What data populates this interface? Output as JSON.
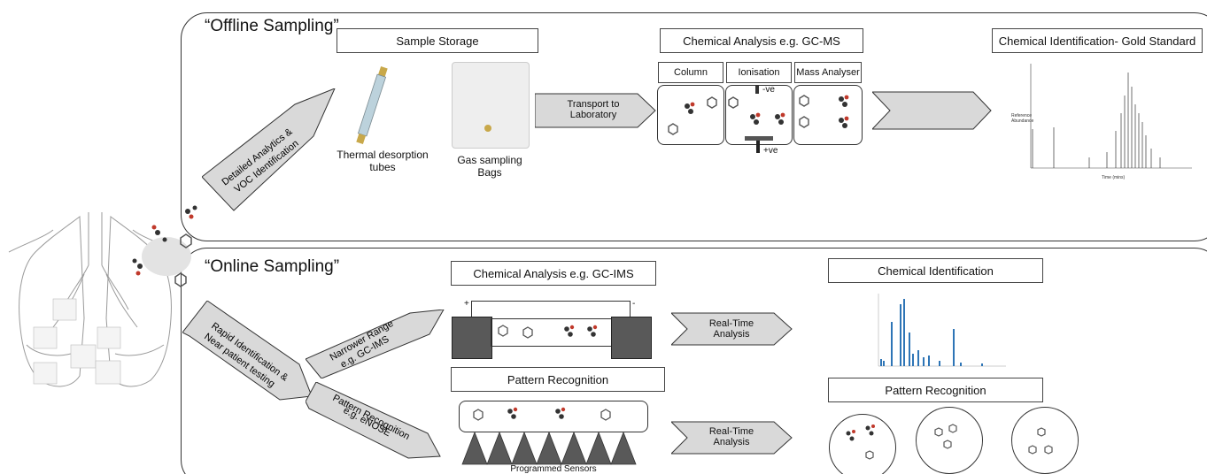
{
  "offline": {
    "title": "“Offline Sampling”",
    "sample_storage": "Sample Storage",
    "chem_analysis": "Chemical Analysis e.g. GC-MS",
    "chem_id_gold": "Chemical Identification- Gold Standard",
    "columns": [
      "Column",
      "Ionisation",
      "Mass Analyser"
    ],
    "tubes_label": "Thermal desorption tubes",
    "bags_label": "Gas sampling Bags",
    "transport": "Transport to Laboratory",
    "arrow_text": "Detailed Analytics & VOC Identification",
    "neg_label": "-ve",
    "pos_label": "+ve"
  },
  "online": {
    "title": "“Online Sampling”",
    "chem_analysis": "Chemical Analysis e.g. GC-IMS",
    "pattern_recognition": "Pattern Recognition",
    "chem_id": "Chemical Identification",
    "pattern_recognition_right": "Pattern Recognition",
    "realtime_1": "Real-Time Analysis",
    "realtime_2": "Real-Time Analysis",
    "arrow_main": "Rapid Identification & Near patient testing",
    "arrow_narrow": "Narrower Range e.g. GC-IMS",
    "arrow_pattern": "Pattern Recognition e.g. eNOSE",
    "programmed_sensors": "Programmed Sensors",
    "plus": "+",
    "minus": "-"
  },
  "colors": {
    "bar": "#2e75b6",
    "arrow": "#d9d9d9",
    "block": "#595959"
  }
}
